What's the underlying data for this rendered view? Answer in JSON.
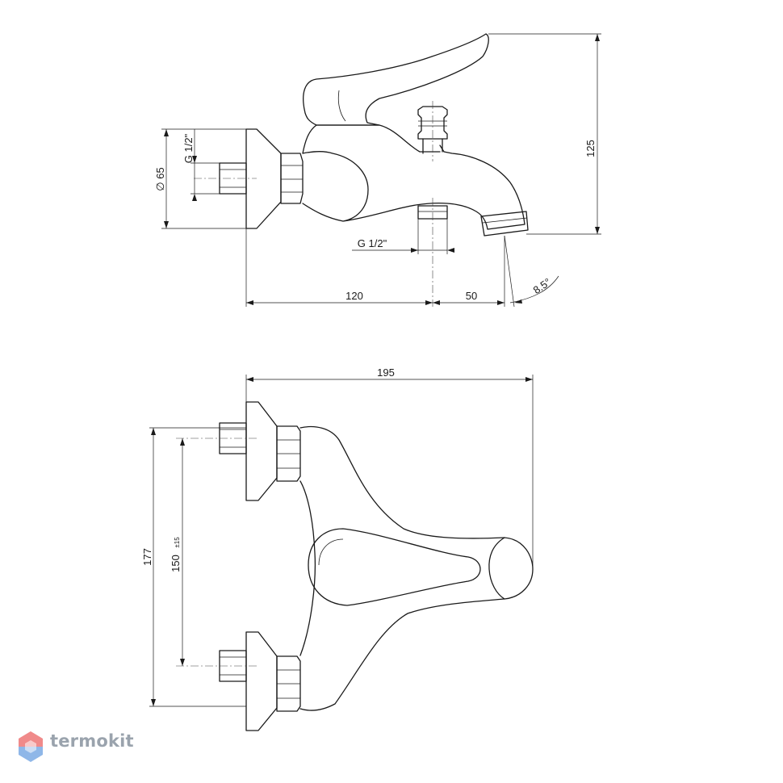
{
  "side_view": {
    "thread_inlet": "G 1/2\"",
    "diameter_flange": "∅ 65",
    "thread_shower_outlet": "G 1/2\"",
    "height": "125",
    "length_to_outlet": "120",
    "outlet_to_spout": "50",
    "spout_angle": "8.5°"
  },
  "top_view": {
    "overall_width": "195",
    "overall_length": "177",
    "center_distance": "150",
    "center_tolerance": "±15"
  },
  "brand": {
    "name": "termokit",
    "logo_icon": "hexagon-logo-icon",
    "colors": {
      "text": "#9aa3ad",
      "logo_top": "#f08a8a",
      "logo_bottom": "#8fb7e8"
    }
  }
}
